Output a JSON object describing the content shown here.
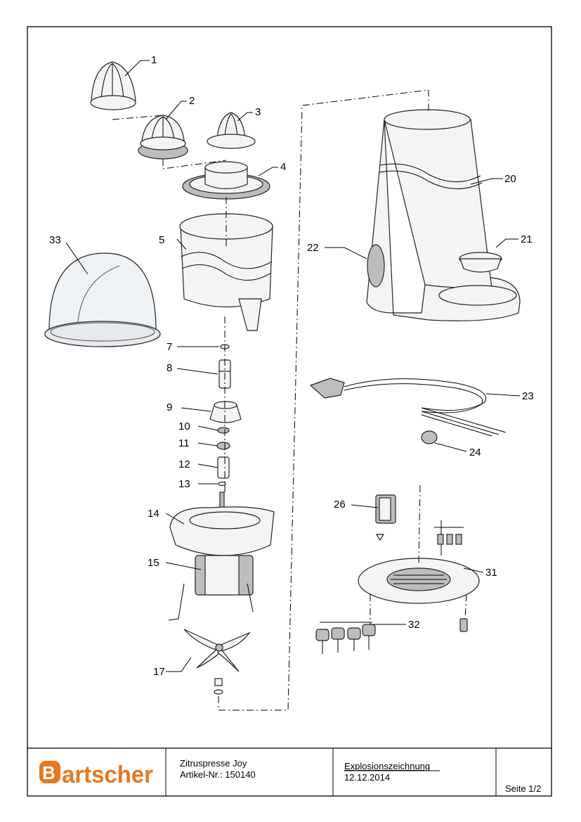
{
  "footer": {
    "brand": "Bartscher",
    "product_name": "Zitruspresse Joy",
    "article_no": "Artikel-Nr.: 150140",
    "doc_type": "Explosionszeichnung",
    "date": "12.12.2014",
    "page": "Seite 1/2"
  },
  "callouts": [
    "1",
    "2",
    "3",
    "4",
    "5",
    "7",
    "8",
    "9",
    "10",
    "11",
    "12",
    "13",
    "14",
    "15",
    "17",
    "20",
    "21",
    "22",
    "23",
    "24",
    "26",
    "31",
    "32",
    "33"
  ]
}
